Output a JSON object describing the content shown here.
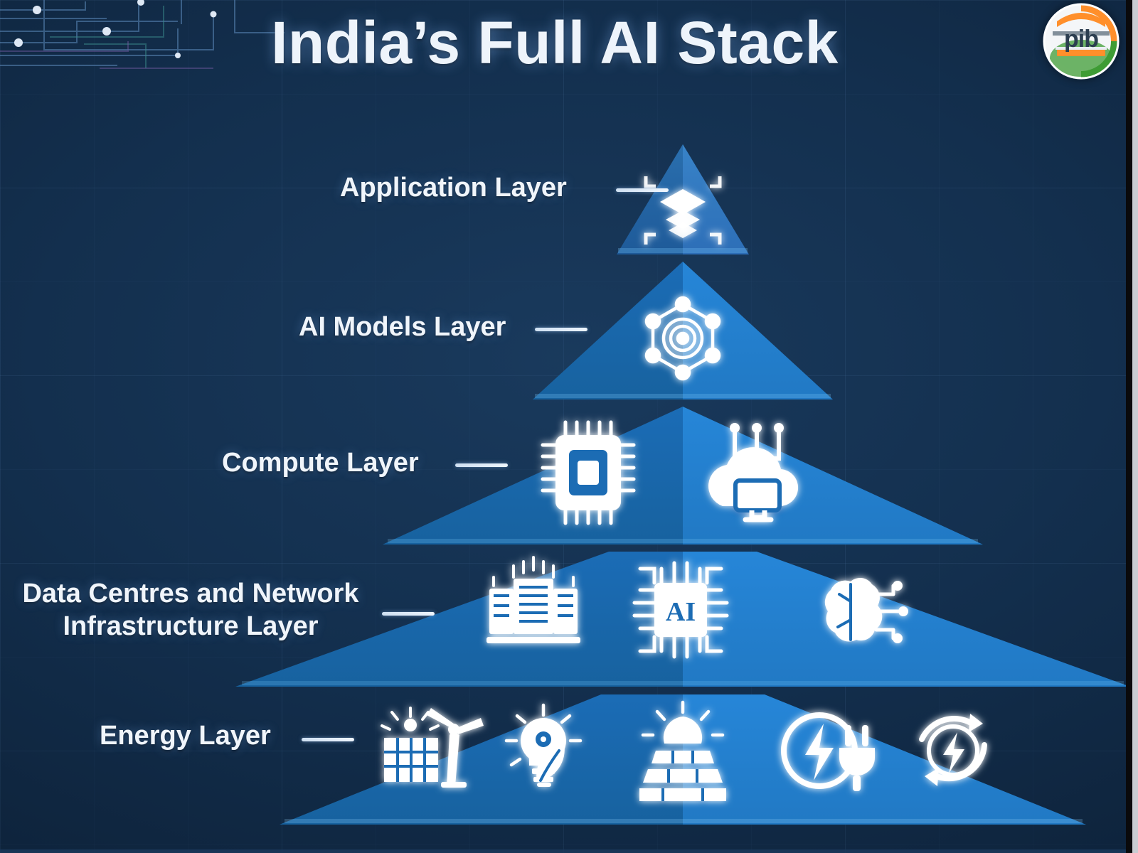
{
  "header": {
    "title": "India’s Full AI Stack",
    "logo_alt": "pib-logo"
  },
  "colors": {
    "background": "#14304f",
    "tier_left": "#1a6cb4",
    "tier_right": "#2183d4",
    "apex_left": "#1f63ad",
    "apex_right": "#2a79c8",
    "label_text": "#f0f5fb",
    "connector": "#eef5fd",
    "icon": "#ffffff",
    "saffron": "#ff9933",
    "green": "#138808"
  },
  "chart_data": {
    "type": "pyramid",
    "title": "India’s Full AI Stack",
    "orientation": "top-to-bottom",
    "layers": [
      {
        "index": 1,
        "label": "Application Layer",
        "label_lines": [
          "Application Layer"
        ],
        "position": "apex",
        "icons": [
          "layers-stack-icon"
        ],
        "icon_count": 1
      },
      {
        "index": 2,
        "label": "AI Models Layer",
        "label_lines": [
          "AI Models Layer"
        ],
        "position": "second",
        "icons": [
          "neural-network-node-icon"
        ],
        "icon_count": 1
      },
      {
        "index": 3,
        "label": "Compute Layer",
        "label_lines": [
          "Compute Layer"
        ],
        "position": "third",
        "icons": [
          "processor-chip-icon",
          "cloud-computing-icon"
        ],
        "icon_count": 2
      },
      {
        "index": 4,
        "label": "Data Centres and Network Infrastructure Layer",
        "label_lines": [
          "Data Centres and Network",
          "Infrastructure Layer"
        ],
        "position": "fourth",
        "icons": [
          "data-center-servers-icon",
          "ai-chip-icon",
          "brain-circuit-icon"
        ],
        "icon_count": 3
      },
      {
        "index": 5,
        "label": "Energy Layer",
        "label_lines": [
          "Energy Layer"
        ],
        "position": "base",
        "icons": [
          "solar-wind-icon",
          "green-bulb-leaf-icon",
          "solar-panel-sun-icon",
          "power-plug-bolt-icon",
          "renewable-cycle-bolt-icon"
        ],
        "icon_count": 5
      }
    ]
  }
}
